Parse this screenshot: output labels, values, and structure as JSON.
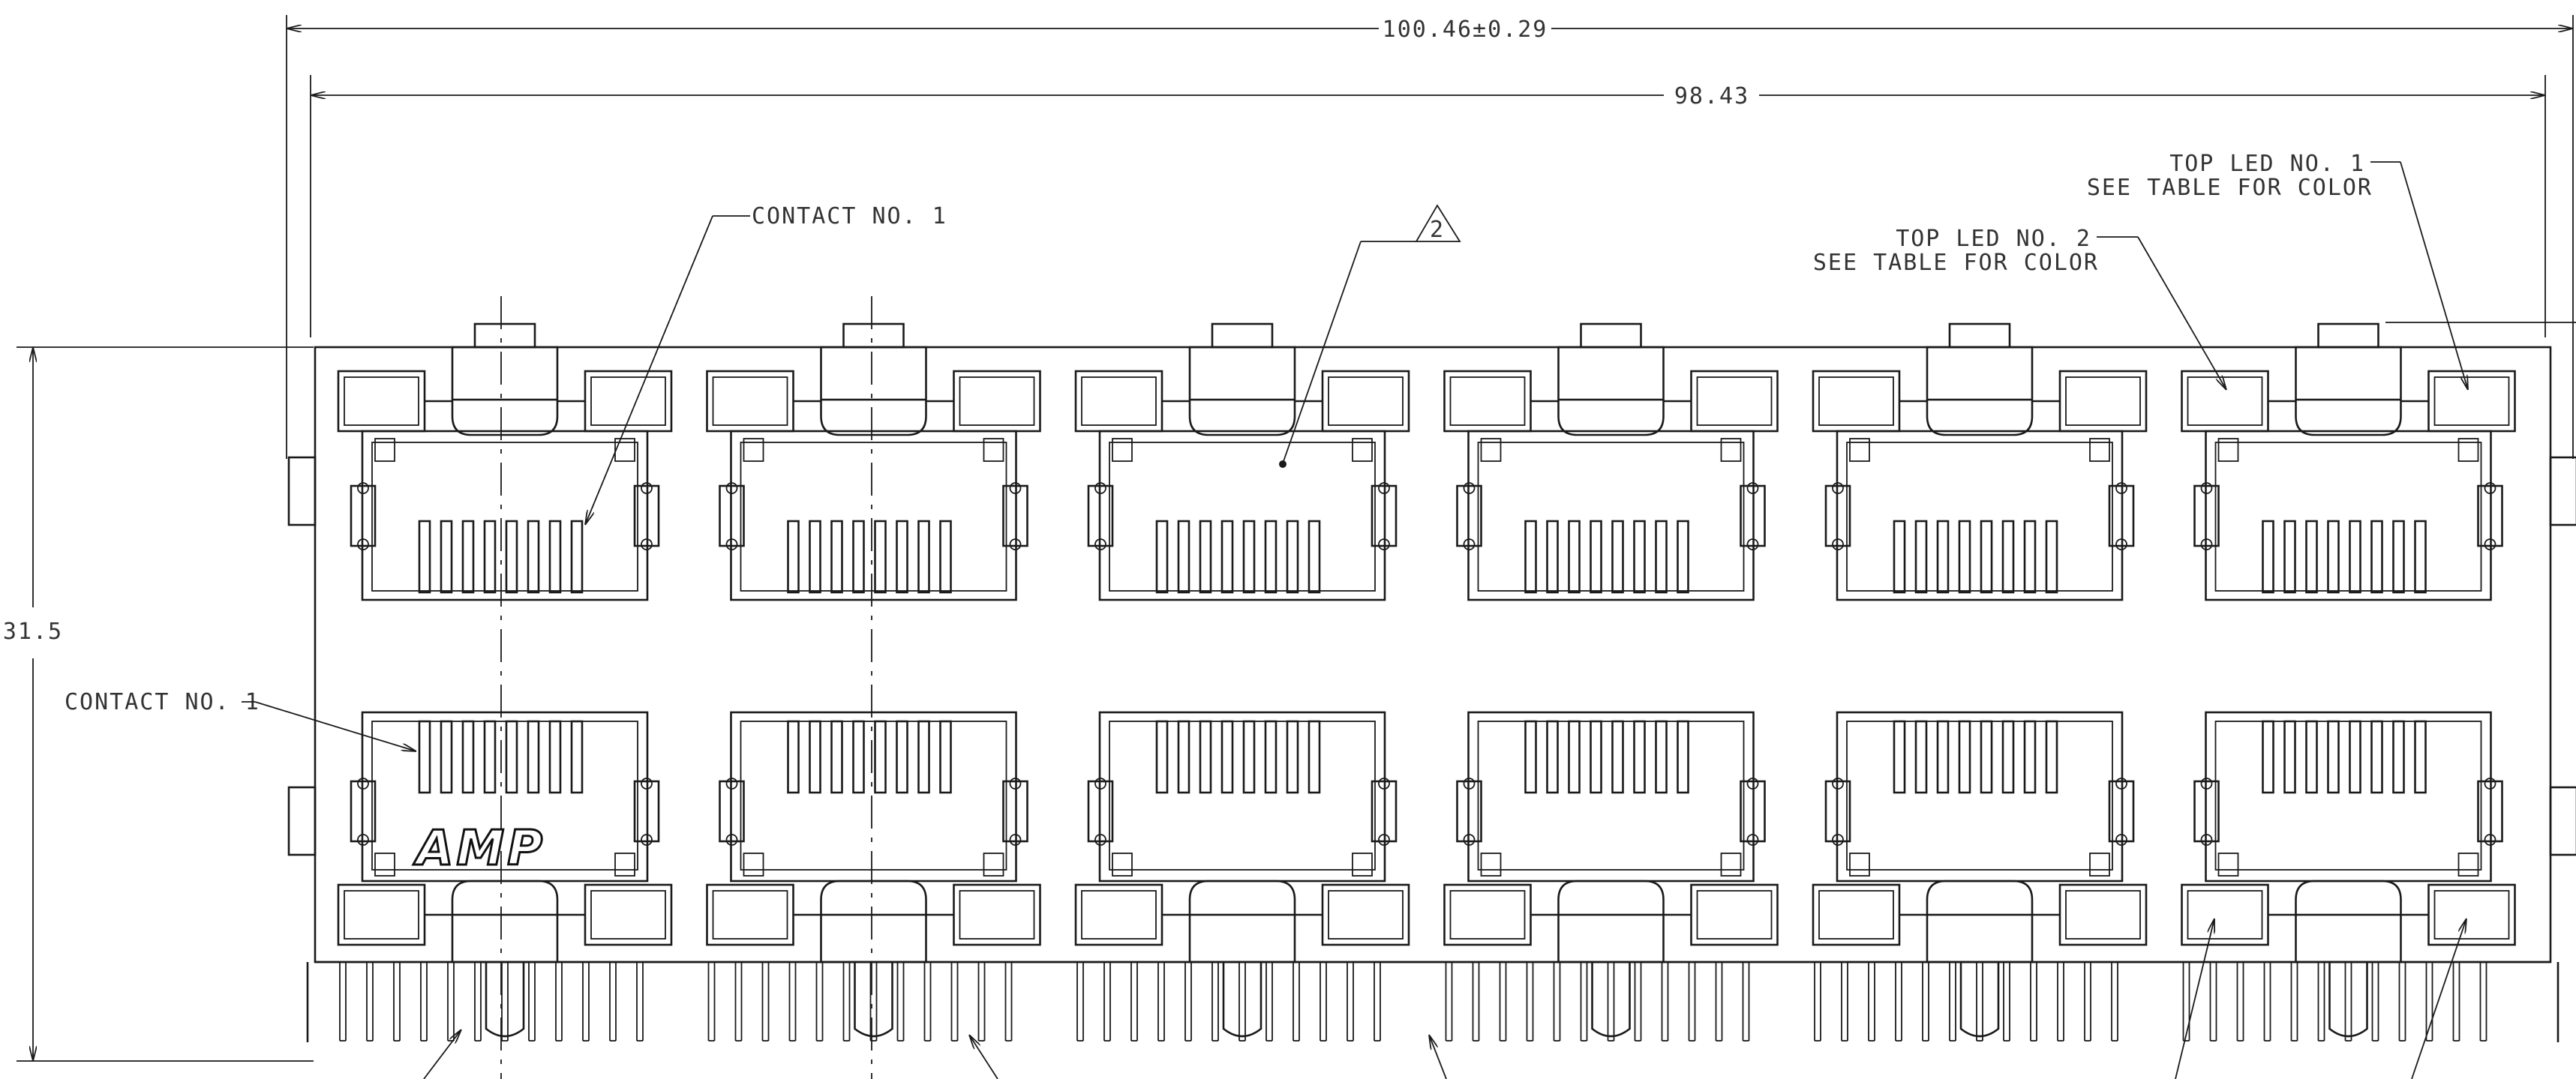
{
  "dimensions": {
    "overall_width": "100.46±0.29",
    "port_span": "98.43",
    "height": "31.5"
  },
  "callouts": {
    "contact_top": "CONTACT NO. 1",
    "contact_left": "CONTACT NO. 1",
    "note_number": "2",
    "led1_line1": "TOP LED NO. 1",
    "led1_line2": "SEE TABLE FOR COLOR",
    "led2_line1": "TOP LED NO. 2",
    "led2_line2": "SEE TABLE FOR COLOR"
  },
  "logo_text": "AMP",
  "layout": {
    "rows": 2,
    "ports_per_row": 6,
    "contacts_per_port": 8
  }
}
